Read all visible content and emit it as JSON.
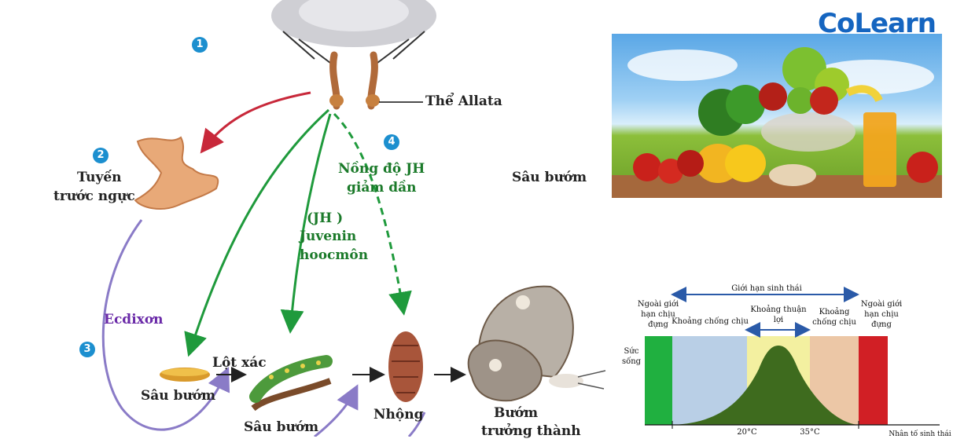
{
  "header": {
    "logo_text": "CoLearn"
  },
  "diagram": {
    "step_numbers": [
      "1",
      "2",
      "3",
      "4"
    ],
    "gland_allata": "Thể Allata",
    "gland_prothoracic_line1": "Tuyến",
    "gland_prothoracic_line2": "trước ngực",
    "hormone_jh_line1": "(JH )",
    "hormone_jh_line2": "Juvenin",
    "hormone_jh_line3": "hoocmôn",
    "jh_decrease_line1": "Nồng độ JH",
    "jh_decrease_line2": "giảm dần",
    "ecdysone": "Ecdixơn",
    "molting": "Lột xác",
    "larva1": "Sâu bướm",
    "larva2": "Sâu bướm",
    "pupa": "Nhộng",
    "adult_line1": "Bướm",
    "adult_line2": "trưởng thành",
    "side_label": "Sâu bướm",
    "colors": {
      "red_arrow": "#c8283a",
      "green_arrow": "#1f9a3c",
      "purple_arrow": "#8a7bc7",
      "number_badge": "#1c8fcf"
    }
  },
  "chart_data": {
    "type": "area",
    "title": "Giới hạn sinh thái",
    "ylabel_line1": "Sức",
    "ylabel_line2": "sống",
    "xlabel": "Nhân tố sinh thái",
    "x_ticks": [
      "20°C",
      "35°C"
    ],
    "zones": [
      {
        "label_lines": [
          "Ngoài giới",
          "hạn chịu",
          "đựng"
        ],
        "color": "#20b040"
      },
      {
        "label_lines": [
          "Khoảng chống chịu"
        ],
        "color": "#b9cfe6"
      },
      {
        "label_lines": [
          "Khoảng thuận",
          "lợi"
        ],
        "color": "#f3f0a0"
      },
      {
        "label_lines": [
          "Khoảng",
          "chống chịu"
        ],
        "color": "#ecc7a6"
      },
      {
        "label_lines": [
          "Ngoài giới",
          "hạn chịu",
          "đựng"
        ],
        "color": "#d11f25"
      }
    ],
    "curve_color": "#3e6b1e"
  }
}
